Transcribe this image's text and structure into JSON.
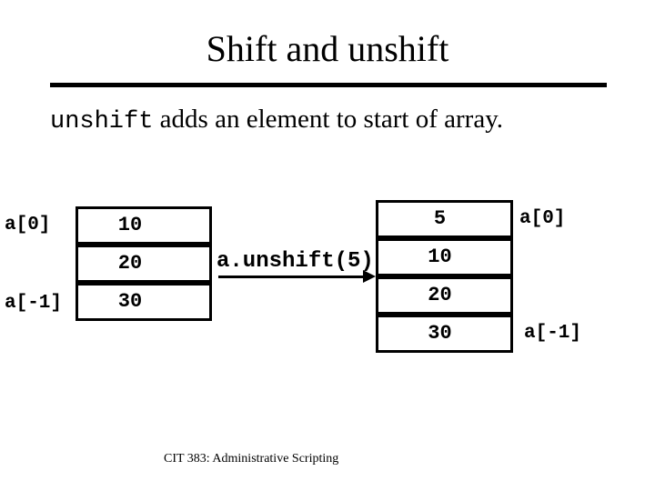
{
  "slide": {
    "title": "Shift and unshift",
    "body": {
      "code_term": "unshift",
      "sentence": " adds an element to start of array."
    },
    "footer": "CIT 383: Administrative Scripting",
    "colors": {
      "background": "#ffffff",
      "text": "#000000",
      "rule": "#000000",
      "box_border": "#000000"
    }
  },
  "diagram": {
    "operation": "a.unshift(5)",
    "arrow_direction": "right",
    "left_array": {
      "label_top": "a[0]",
      "label_bottom": "a[-1]",
      "cells": [
        "10",
        "20",
        "30"
      ]
    },
    "right_array": {
      "label_top": "a[0]",
      "label_bottom": "a[-1]",
      "cells": [
        "5",
        "10",
        "20",
        "30"
      ]
    }
  }
}
